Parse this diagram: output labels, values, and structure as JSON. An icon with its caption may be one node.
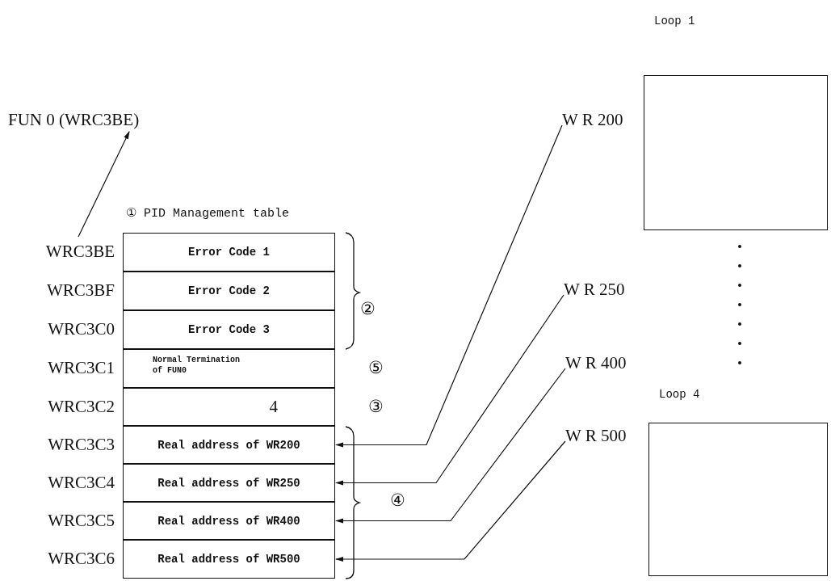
{
  "diagram": {
    "nodes": [
      {
        "text": [
          "FUN 0 (WRC3BE)"
        ]
      },
      {
        "text": [
          "① PID Management table"
        ]
      },
      {
        "text": [
          "Error Code 1"
        ],
        "in": 1,
        "beside": [
          "WRC3BE"
        ]
      },
      {
        "text": [
          "Error Code 2"
        ],
        "in": 1,
        "beside": [
          "WRC3BF"
        ]
      },
      {
        "text": [
          "Error Code 3"
        ],
        "in": 1,
        "beside": [
          "WRC3C0"
        ]
      },
      {
        "text": [
          "Normal Termination of FUN0"
        ],
        "in": 1,
        "beside": [
          "WRC3C1"
        ]
      },
      {
        "text": [
          "4"
        ],
        "in": 1,
        "beside": [
          "WRC3C2"
        ]
      },
      {
        "text": [
          "Real address of WR200"
        ],
        "in": 1,
        "beside": [
          "WRC3C3"
        ]
      },
      {
        "text": [
          "Real address of WR250"
        ],
        "in": 1,
        "beside": [
          "WRC3C4"
        ]
      },
      {
        "text": [
          "Real address of WR400"
        ],
        "in": 1,
        "beside": [
          "WRC3C5"
        ]
      },
      {
        "text": [
          "Real address of WR500"
        ],
        "in": 1,
        "beside": [
          "WRC3C6"
        ]
      },
      {
        "text": [
          "W R 200"
        ]
      },
      {
        "text": [
          "W R 250"
        ]
      },
      {
        "text": [
          "W R 400"
        ]
      },
      {
        "text": [
          "W R 500"
        ]
      },
      {
        "text": [
          "Loop 1"
        ]
      },
      {
        "text": [
          "Loop 4"
        ]
      }
    ],
    "edges": [
      {
        "from": 2,
        "to": 0,
        "arrow": "to"
      },
      {
        "from": 11,
        "to": 7,
        "arrow": "to"
      },
      {
        "from": 12,
        "to": 8,
        "arrow": "to"
      },
      {
        "from": 13,
        "to": 9,
        "arrow": "to"
      },
      {
        "from": 14,
        "to": 10,
        "arrow": "to"
      }
    ],
    "labels": [
      "②",
      "⑤",
      "③",
      "④"
    ]
  }
}
